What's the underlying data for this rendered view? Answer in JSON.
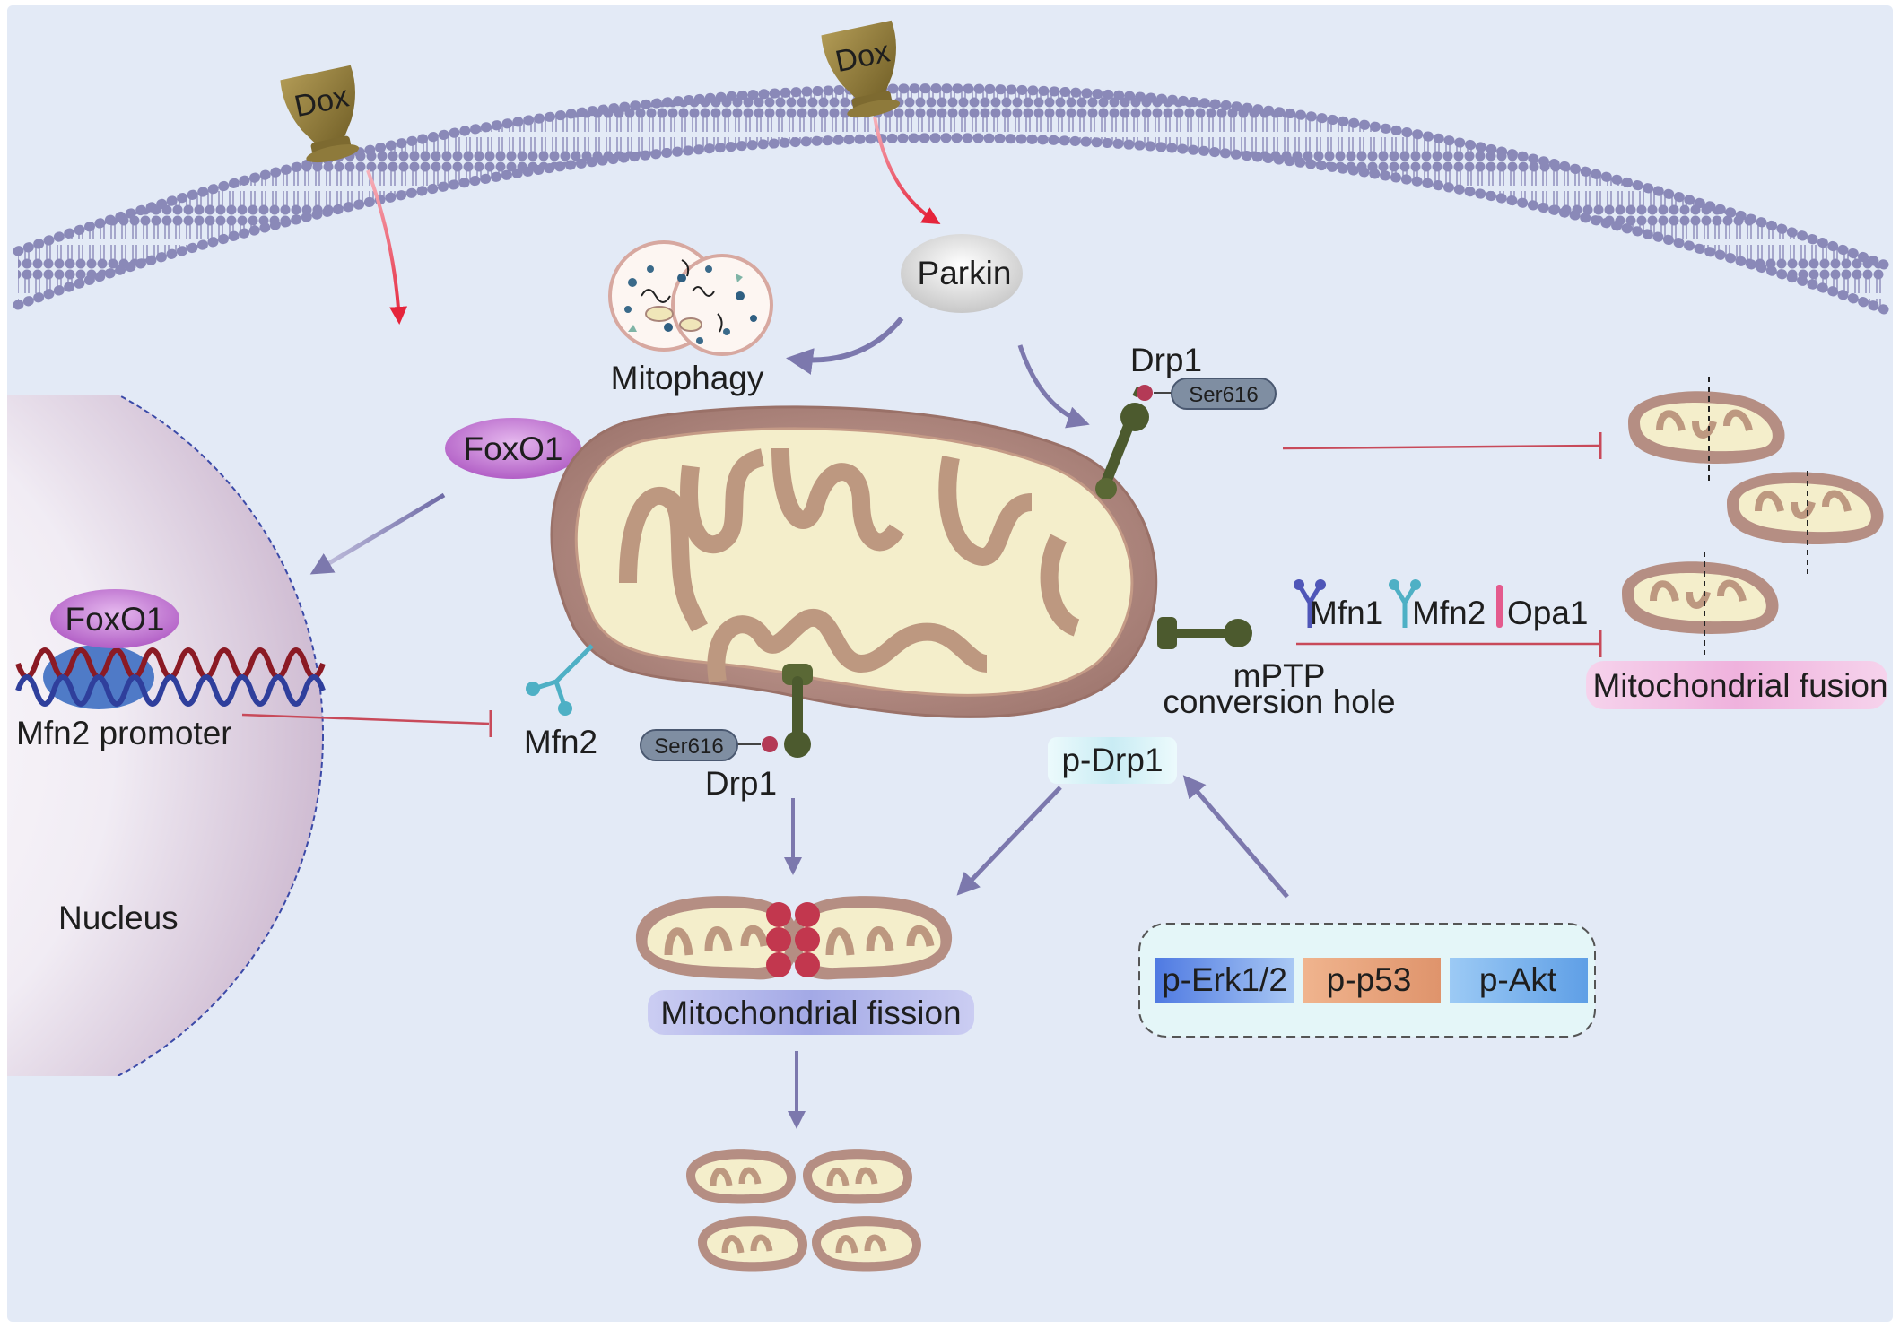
{
  "labels": {
    "dox_left": "Dox",
    "dox_right": "Dox",
    "parkin": "Parkin",
    "mitophagy": "Mitophagy",
    "foxo1_top": "FoxO1",
    "foxo1_dna": "FoxO1",
    "mfn2_promoter": "Mfn2 promoter",
    "nucleus": "Nucleus",
    "mfn2_receptor": "Mfn2",
    "drp1_top": "Drp1",
    "ser616_top": "Ser616",
    "drp1_bottom": "Drp1",
    "ser616_bottom": "Ser616",
    "mptp_line1": "mPTP",
    "mptp_line2": "conversion hole",
    "mfn1": "Mfn1",
    "mfn2_fusion": "Mfn2",
    "opa1": "Opa1",
    "mitochondrial_fusion": "Mitochondrial fusion",
    "p_drp1": "p-Drp1",
    "mitochondrial_fission": "Mitochondrial fission",
    "p_erk": "p-Erk1/2",
    "p_p53": "p-p53",
    "p_akt": "p-Akt"
  },
  "colors": {
    "background": "#e3eaf6",
    "membrane": "#8787b4",
    "mito_outer": "#b58e83",
    "mito_inner_fill": "#f4eecb",
    "mito_crista": "#bd9880",
    "arrow_gray": "#7c78ad",
    "arrow_red": "#e5243b",
    "inhibit_red": "#c84a5a",
    "drp1_green": "#4c5a2e",
    "receptor_teal": "#4eb0c5",
    "foxo1_purple": "#b664c8",
    "fission_box": "#aeb3ea",
    "fusion_box": "#f1bfe1",
    "pdrp1_box": "#d8f1f7",
    "p_erk_color": "#5d86e5",
    "p_p53_color": "#e9a57f",
    "p_akt_color": "#77b0ec",
    "dox_color": "#8e7a3b"
  }
}
